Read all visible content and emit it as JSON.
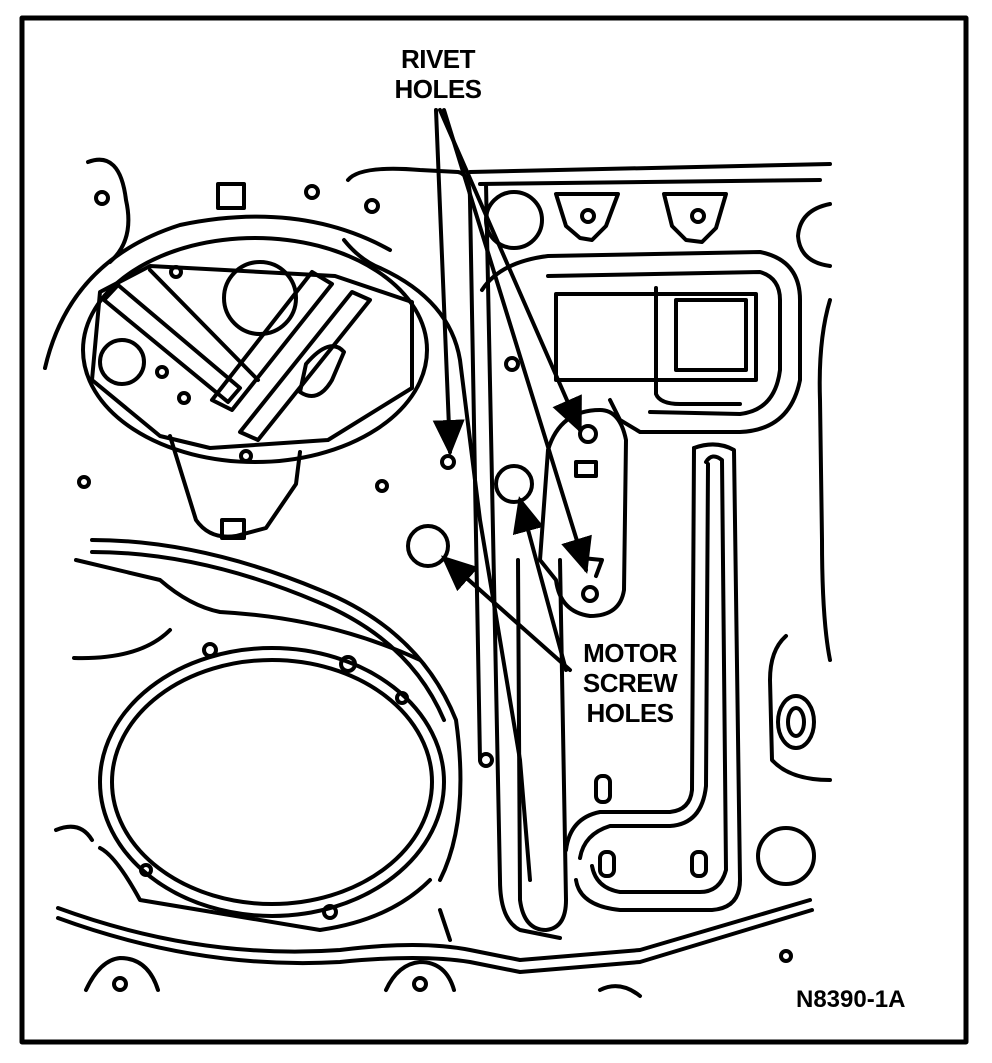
{
  "callouts": {
    "rivet_holes": {
      "line1": "RIVET",
      "line2": "HOLES"
    },
    "motor_screw_holes": {
      "line1": "MOTOR",
      "line2": "SCREW",
      "line3": "HOLES"
    }
  },
  "figure_id": "N8390-1A"
}
